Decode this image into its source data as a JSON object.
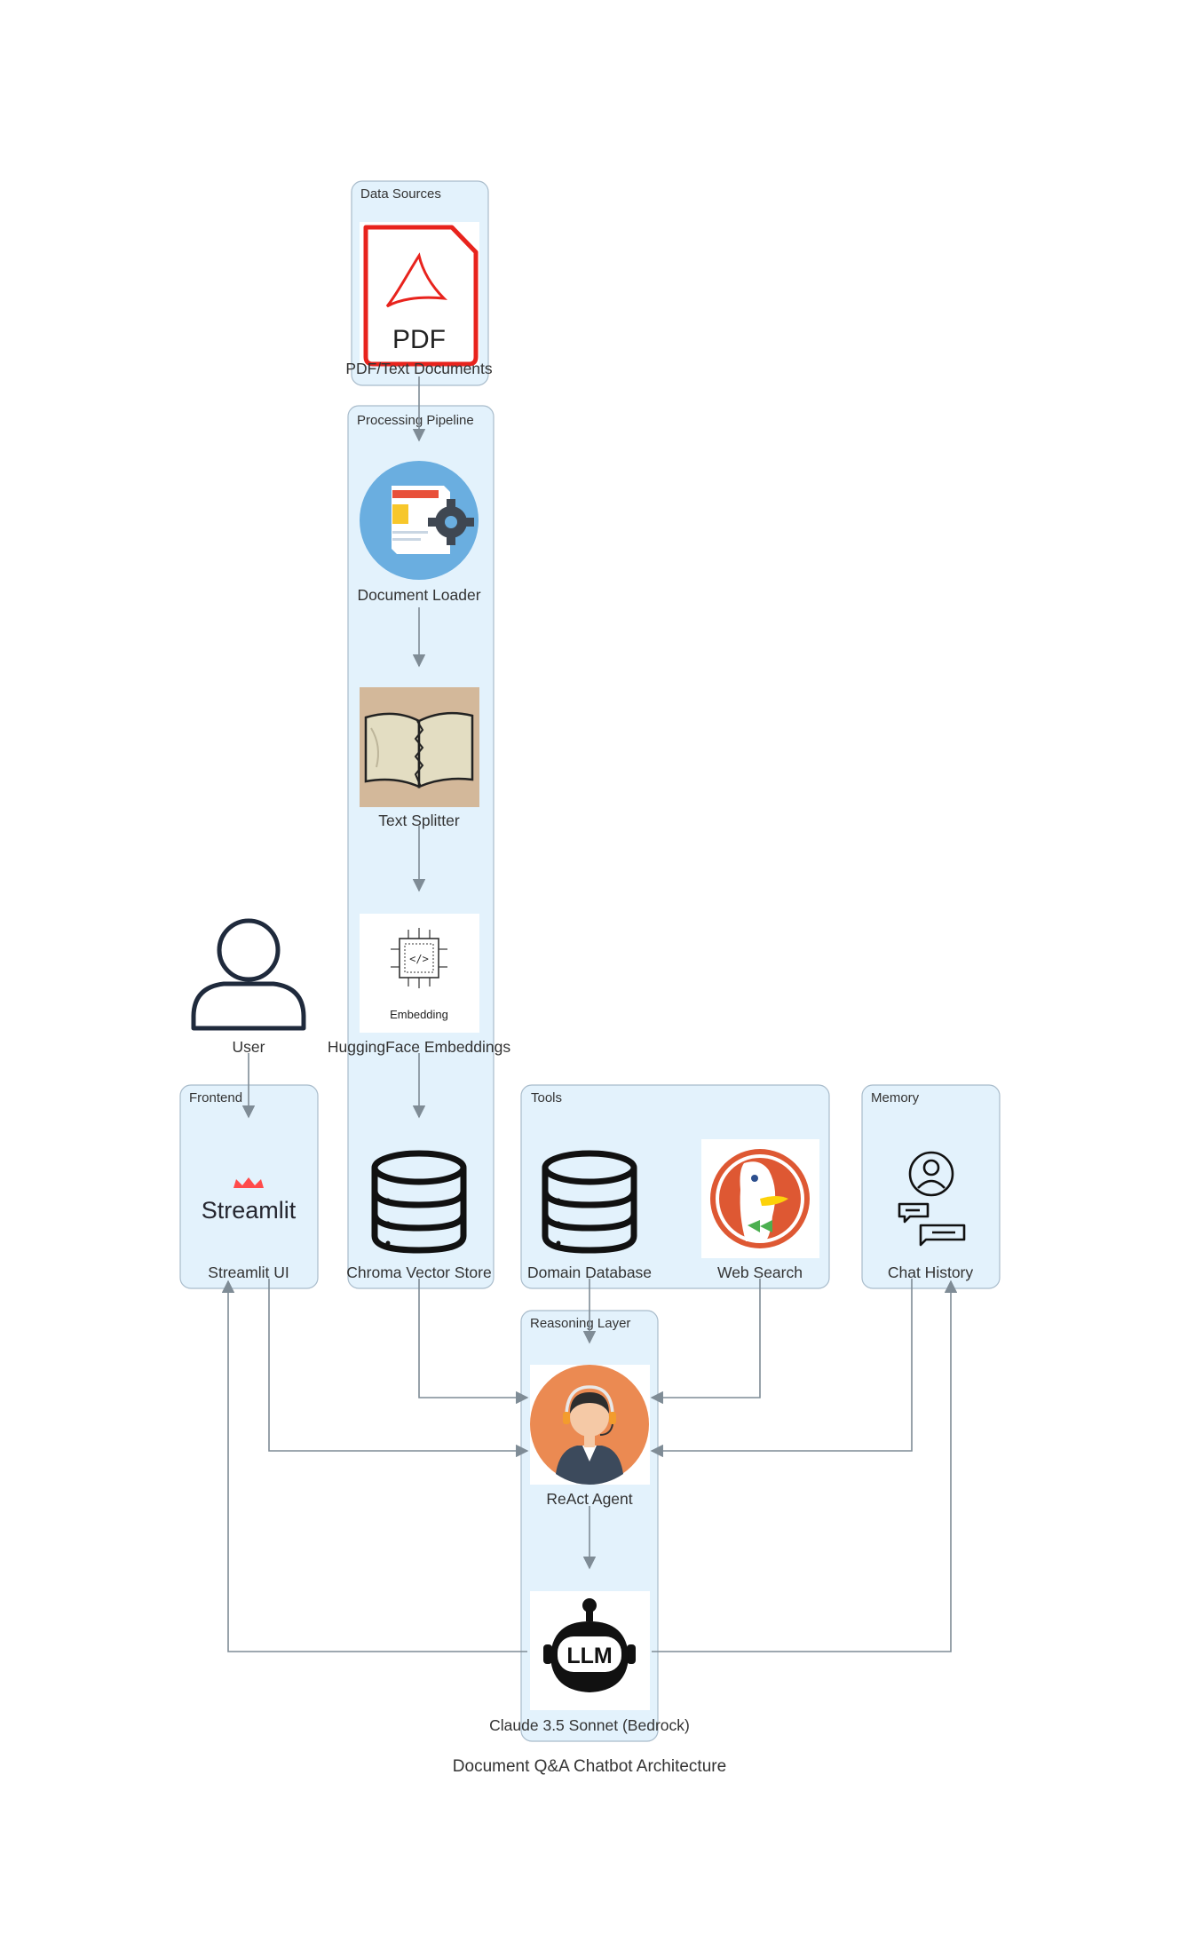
{
  "title": "Document Q&A Chatbot Architecture",
  "colors": {
    "cluster_fill": "#e3f2fc",
    "cluster_stroke": "#a9bccb",
    "edge": "#7f8c96",
    "pdf_red": "#e8231d",
    "agent_orange": "#eb8a52",
    "duck_red": "#de5833"
  },
  "clusters": {
    "data_sources": "Data Sources",
    "processing": "Processing Pipeline",
    "frontend": "Frontend",
    "tools": "Tools",
    "memory": "Memory",
    "reasoning": "Reasoning Layer"
  },
  "nodes": {
    "pdf": {
      "label": "PDF/Text Documents",
      "icon": "pdf-file-icon",
      "icon_text": "PDF"
    },
    "loader": {
      "label": "Document Loader",
      "icon": "document-gear-icon"
    },
    "splitter": {
      "label": "Text Splitter",
      "icon": "open-book-icon"
    },
    "embeddings": {
      "label": "HuggingFace Embeddings",
      "icon": "embedding-chip-icon",
      "icon_text": "Embedding"
    },
    "chroma": {
      "label": "Chroma Vector Store",
      "icon": "database-icon"
    },
    "user": {
      "label": "User",
      "icon": "user-icon"
    },
    "streamlit": {
      "label": "Streamlit UI",
      "icon": "streamlit-logo",
      "icon_text": "Streamlit"
    },
    "domain_db": {
      "label": "Domain Database",
      "icon": "database-icon"
    },
    "web_search": {
      "label": "Web Search",
      "icon": "duckduckgo-icon"
    },
    "chat_history": {
      "label": "Chat History",
      "icon": "chat-history-icon"
    },
    "agent": {
      "label": "ReAct Agent",
      "icon": "support-agent-icon"
    },
    "llm": {
      "label": "Claude 3.5 Sonnet (Bedrock)",
      "icon": "llm-robot-icon",
      "icon_text": "LLM"
    }
  }
}
